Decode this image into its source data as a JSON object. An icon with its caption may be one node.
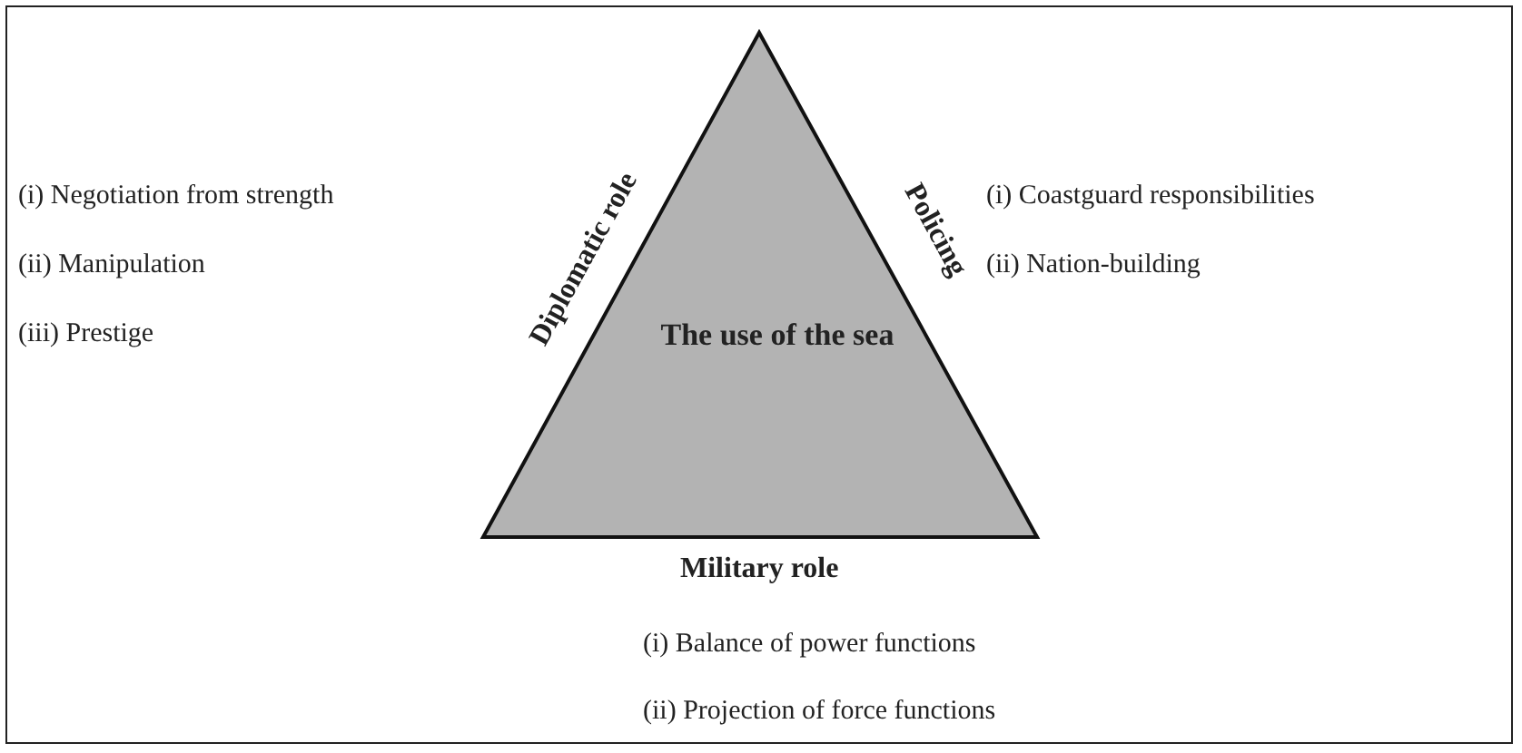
{
  "diagram": {
    "nodes": [
      {
        "text": [
          "The use of the sea"
        ]
      }
    ],
    "edges": [],
    "labels": [
      "(i) Negotiation from strength",
      "(ii) Manipulation",
      "(iii) Prestige",
      "Diplomatic role",
      "Policing",
      "(i) Coastguard responsibilities",
      "(ii) Nation-building",
      "Military role",
      "(i) Balance of power functions",
      "(ii) Projection of force functions"
    ]
  }
}
